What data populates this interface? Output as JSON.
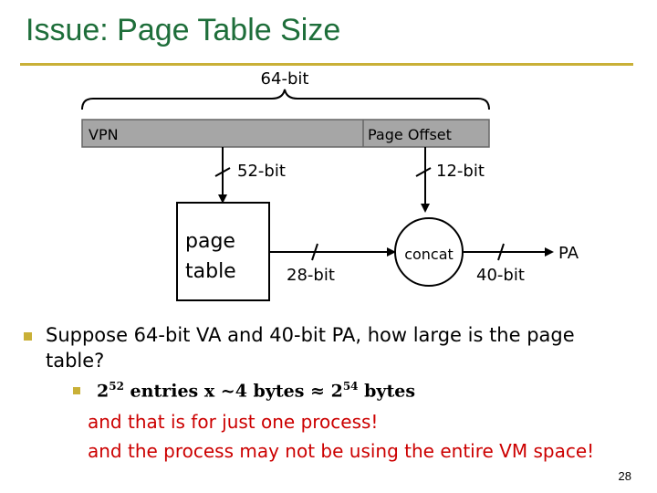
{
  "slide": {
    "title": "Issue: Page Table Size",
    "page_number": "28",
    "accent_color": "#c9b037",
    "title_color": "#1e6e3a"
  },
  "diagram": {
    "total_width_label": "64-bit",
    "vpn_label": "VPN",
    "offset_label": "Page Offset",
    "vpn_bits": "52-bit",
    "offset_bits": "12-bit",
    "page_table_line1": "page",
    "page_table_line2": "table",
    "ppn_bits": "28-bit",
    "concat_label": "concat",
    "pa_bits": "40-bit",
    "pa_label": "PA"
  },
  "bullets": {
    "main": "Suppose 64-bit VA and 40-bit PA, how large is the page table?",
    "sub_part1": "2",
    "sub_exp1": "52",
    "sub_part2": " entries x ~4 bytes ≈ 2",
    "sub_exp2": "54",
    "sub_part3": " bytes",
    "note1": "and that is for just one process!",
    "note2": "and the process may not be using the entire VM space!"
  }
}
